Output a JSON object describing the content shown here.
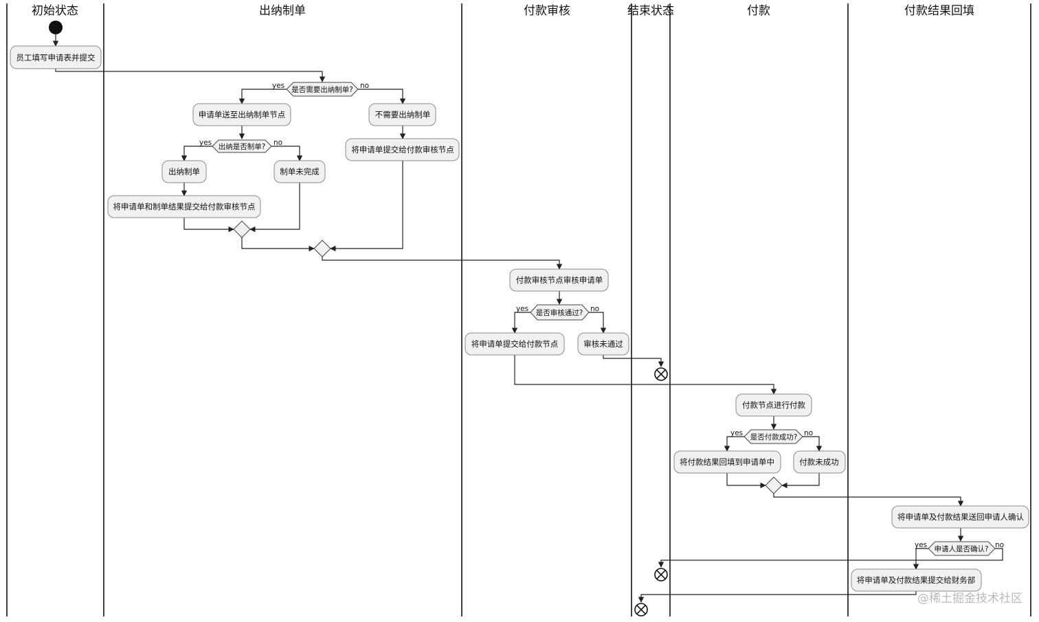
{
  "lanes": [
    "初始状态",
    "出纳制单",
    "付款审核",
    "结束状态",
    "付款",
    "付款结果回填"
  ],
  "activities": {
    "submit": "员工填写申请表并提交",
    "send_to_cashier": "申请单送至出纳制单节点",
    "no_need": "不需要出纳制单",
    "submit_to_review_1": "将申请单提交给付款审核节点",
    "cashier_make": "出纳制单",
    "not_done": "制单未完成",
    "submit_with_result": "将申请单和制单结果提交给付款审核节点",
    "review": "付款审核节点审核申请单",
    "submit_to_pay": "将申请单提交给付款节点",
    "review_fail": "审核未通过",
    "pay": "付款节点进行付款",
    "fill_result": "将付款结果回填到申请单中",
    "pay_fail": "付款未成功",
    "send_back": "将申请单及付款结果送回申请人确认",
    "to_finance": "将申请单及付款结果提交给财务部"
  },
  "decisions": {
    "need_cashier": "是否需要出纳制单?",
    "cashier_done": "出纳是否制单?",
    "review_pass": "是否审核通过?",
    "pay_success": "是否付款成功?",
    "confirmed": "申请人是否确认?"
  },
  "labels": {
    "yes": "yes",
    "no": "no"
  },
  "watermark": "@稀土掘金技术社区"
}
